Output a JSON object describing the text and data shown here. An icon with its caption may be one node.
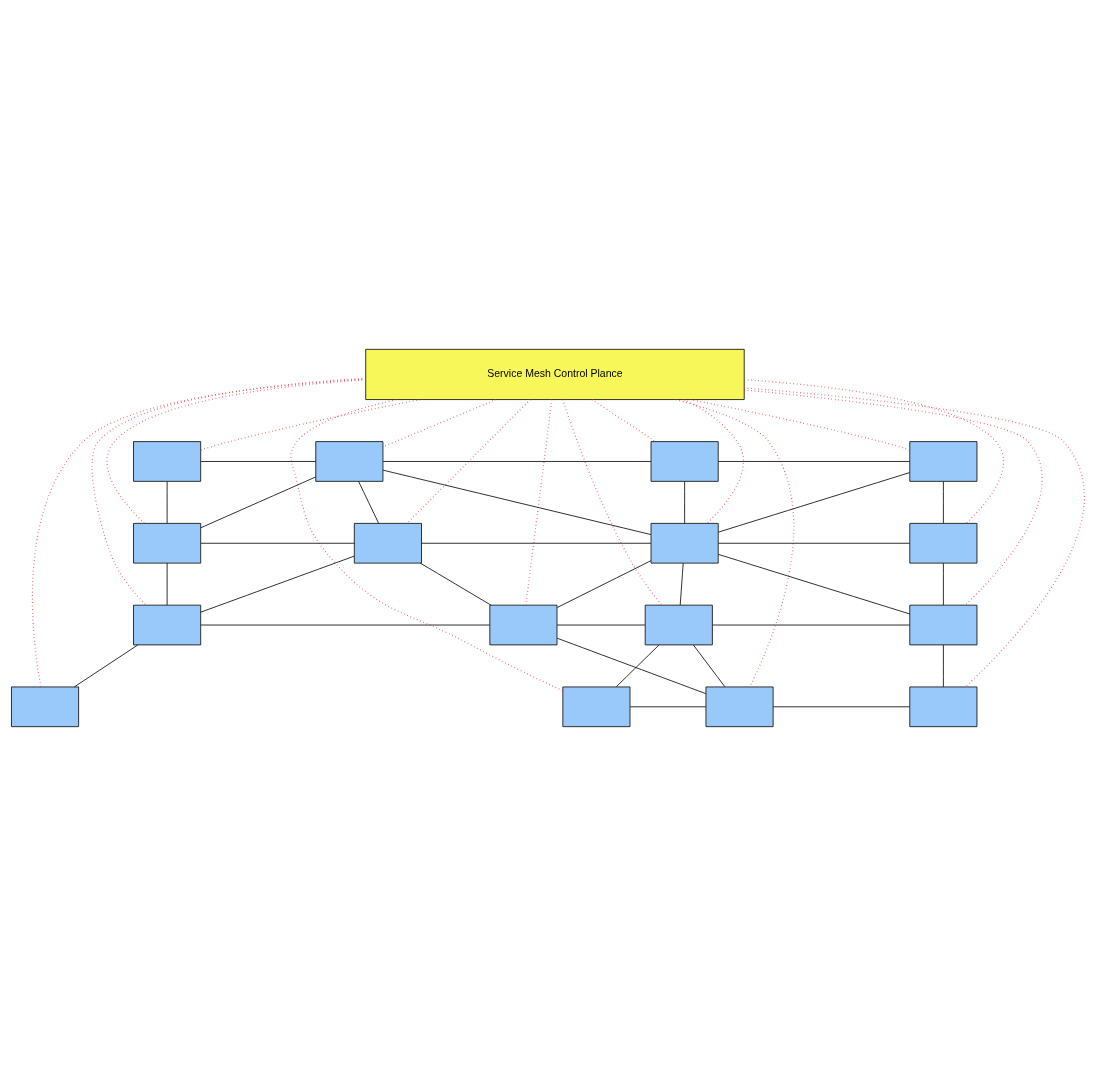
{
  "diagram": {
    "nodes": [
      {
        "text": [
          "Service Mesh Control Plance"
        ]
      },
      {
        "text": [],
        "shape": "box"
      },
      {
        "text": [],
        "shape": "box"
      },
      {
        "text": [],
        "shape": "box"
      },
      {
        "text": [],
        "shape": "box"
      },
      {
        "text": [],
        "shape": "box"
      },
      {
        "text": [],
        "shape": "box"
      },
      {
        "text": [],
        "shape": "box"
      },
      {
        "text": [],
        "shape": "box"
      },
      {
        "text": [],
        "shape": "box"
      },
      {
        "text": [],
        "shape": "box"
      },
      {
        "text": [],
        "shape": "box"
      },
      {
        "text": [],
        "shape": "box"
      },
      {
        "text": [],
        "shape": "box"
      },
      {
        "text": [],
        "shape": "box"
      },
      {
        "text": [],
        "shape": "box"
      },
      {
        "text": [],
        "shape": "box"
      }
    ],
    "edges": [
      {
        "from": 1,
        "to": 2,
        "arrow": "none"
      },
      {
        "from": 2,
        "to": 3,
        "arrow": "none"
      },
      {
        "from": 3,
        "to": 4,
        "arrow": "none"
      },
      {
        "from": 1,
        "to": 5,
        "arrow": "none"
      },
      {
        "from": 2,
        "to": 6,
        "arrow": "none"
      },
      {
        "from": 3,
        "to": 7,
        "arrow": "none"
      },
      {
        "from": 4,
        "to": 8,
        "arrow": "none"
      },
      {
        "from": 2,
        "to": 5,
        "arrow": "none"
      },
      {
        "from": 2,
        "to": 7,
        "arrow": "none"
      },
      {
        "from": 4,
        "to": 7,
        "arrow": "none"
      },
      {
        "from": 5,
        "to": 6,
        "arrow": "none"
      },
      {
        "from": 6,
        "to": 7,
        "arrow": "none"
      },
      {
        "from": 7,
        "to": 8,
        "arrow": "none"
      },
      {
        "from": 5,
        "to": 9,
        "arrow": "none"
      },
      {
        "from": 6,
        "to": 10,
        "arrow": "none"
      },
      {
        "from": 7,
        "to": 11,
        "arrow": "none"
      },
      {
        "from": 8,
        "to": 12,
        "arrow": "none"
      },
      {
        "from": 6,
        "to": 9,
        "arrow": "none"
      },
      {
        "from": 7,
        "to": 10,
        "arrow": "none"
      },
      {
        "from": 7,
        "to": 12,
        "arrow": "none"
      },
      {
        "from": 9,
        "to": 10,
        "arrow": "none"
      },
      {
        "from": 10,
        "to": 11,
        "arrow": "none"
      },
      {
        "from": 11,
        "to": 12,
        "arrow": "none"
      },
      {
        "from": 9,
        "to": 13,
        "arrow": "none"
      },
      {
        "from": 11,
        "to": 15,
        "arrow": "none"
      },
      {
        "from": 12,
        "to": 16,
        "arrow": "none"
      },
      {
        "from": 10,
        "to": 15,
        "arrow": "none"
      },
      {
        "from": 11,
        "to": 14,
        "arrow": "none"
      },
      {
        "from": 14,
        "to": 15,
        "arrow": "none"
      },
      {
        "from": 15,
        "to": 16,
        "arrow": "none"
      },
      {
        "from": 0,
        "to": 1,
        "arrow": "none",
        "style": "dashed",
        "color": "#e8323c"
      },
      {
        "from": 0,
        "to": 2,
        "arrow": "none",
        "style": "dashed",
        "color": "#e8323c"
      },
      {
        "from": 0,
        "to": 3,
        "arrow": "none",
        "style": "dashed",
        "color": "#e8323c"
      },
      {
        "from": 0,
        "to": 4,
        "arrow": "none",
        "style": "dashed",
        "color": "#e8323c"
      },
      {
        "from": 0,
        "to": 5,
        "arrow": "none",
        "style": "dashed",
        "color": "#e8323c"
      },
      {
        "from": 0,
        "to": 6,
        "arrow": "none",
        "style": "dashed",
        "color": "#e8323c"
      },
      {
        "from": 0,
        "to": 7,
        "arrow": "none",
        "style": "dashed",
        "color": "#e8323c"
      },
      {
        "from": 0,
        "to": 8,
        "arrow": "none",
        "style": "dashed",
        "color": "#e8323c"
      },
      {
        "from": 0,
        "to": 9,
        "arrow": "none",
        "style": "dashed",
        "color": "#e8323c"
      },
      {
        "from": 0,
        "to": 10,
        "arrow": "none",
        "style": "dashed",
        "color": "#e8323c"
      },
      {
        "from": 0,
        "to": 11,
        "arrow": "none",
        "style": "dashed",
        "color": "#e8323c"
      },
      {
        "from": 0,
        "to": 12,
        "arrow": "none",
        "style": "dashed",
        "color": "#e8323c"
      },
      {
        "from": 0,
        "to": 13,
        "arrow": "none",
        "style": "dashed",
        "color": "#e8323c"
      },
      {
        "from": 0,
        "to": 14,
        "arrow": "none",
        "style": "dashed",
        "color": "#e8323c"
      },
      {
        "from": 0,
        "to": 15,
        "arrow": "none",
        "style": "dashed",
        "color": "#e8323c"
      },
      {
        "from": 0,
        "to": 16,
        "arrow": "none",
        "style": "dashed",
        "color": "#e8323c"
      }
    ]
  }
}
